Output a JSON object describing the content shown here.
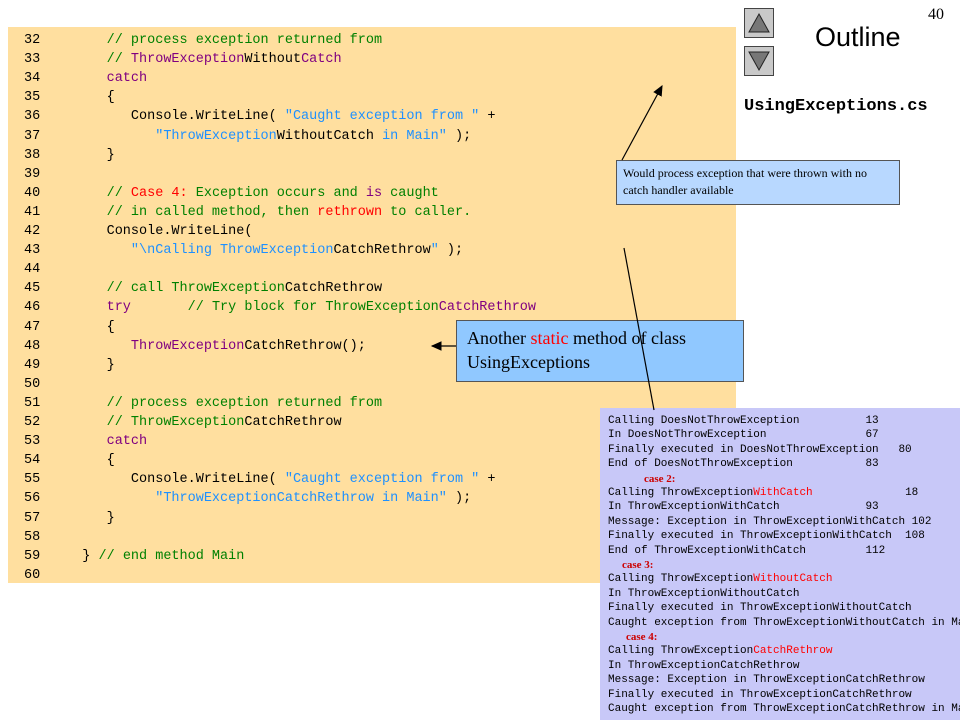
{
  "page": {
    "number": "40",
    "outline_title": "Outline",
    "file_name": "UsingExceptions.cs",
    "nav": {
      "up_icon": "triangle-up-icon",
      "down_icon": "triangle-down-icon"
    }
  },
  "code_lines": [
    {
      "num": "32",
      "segs": [
        {
          "t": "      "
        },
        {
          "t": "// process exception returned from",
          "c": "comment"
        }
      ]
    },
    {
      "num": "33",
      "segs": [
        {
          "t": "      "
        },
        {
          "t": "// ",
          "c": "comment"
        },
        {
          "t": "ThrowException",
          "c": "kw"
        },
        {
          "t": "Without"
        },
        {
          "t": "Catch",
          "c": "kw"
        }
      ]
    },
    {
      "num": "34",
      "segs": [
        {
          "t": "      "
        },
        {
          "t": "catch",
          "c": "kw"
        }
      ]
    },
    {
      "num": "35",
      "segs": [
        {
          "t": "      {"
        }
      ]
    },
    {
      "num": "36",
      "segs": [
        {
          "t": "         Console.WriteLine( "
        },
        {
          "t": "\"Caught exception from \"",
          "c": "str"
        },
        {
          "t": " +"
        }
      ]
    },
    {
      "num": "37",
      "segs": [
        {
          "t": "            "
        },
        {
          "t": "\"ThrowException",
          "c": "str"
        },
        {
          "t": "WithoutCatch"
        },
        {
          "t": " in Main\"",
          "c": "str"
        },
        {
          "t": " );"
        }
      ]
    },
    {
      "num": "38",
      "segs": [
        {
          "t": "      }"
        }
      ]
    },
    {
      "num": "39",
      "segs": [
        {
          "t": ""
        }
      ]
    },
    {
      "num": "40",
      "segs": [
        {
          "t": "      "
        },
        {
          "t": "// ",
          "c": "comment"
        },
        {
          "t": "Case 4:",
          "c": "red"
        },
        {
          "t": " Exception occurs and ",
          "c": "comment"
        },
        {
          "t": "is",
          "c": "kw"
        },
        {
          "t": " caught",
          "c": "comment"
        }
      ]
    },
    {
      "num": "41",
      "segs": [
        {
          "t": "      "
        },
        {
          "t": "// in called method, then ",
          "c": "comment"
        },
        {
          "t": "rethrown",
          "c": "red"
        },
        {
          "t": " to caller.",
          "c": "comment"
        }
      ]
    },
    {
      "num": "42",
      "segs": [
        {
          "t": "      Console.WriteLine("
        }
      ]
    },
    {
      "num": "43",
      "segs": [
        {
          "t": "         "
        },
        {
          "t": "\"\\nCalling ThrowException",
          "c": "str"
        },
        {
          "t": "CatchRethrow"
        },
        {
          "t": "\"",
          "c": "str"
        },
        {
          "t": " );"
        }
      ]
    },
    {
      "num": "44",
      "segs": [
        {
          "t": ""
        }
      ]
    },
    {
      "num": "45",
      "segs": [
        {
          "t": "      "
        },
        {
          "t": "// call ThrowException",
          "c": "comment"
        },
        {
          "t": "CatchRethrow"
        }
      ]
    },
    {
      "num": "46",
      "segs": [
        {
          "t": "      "
        },
        {
          "t": "try",
          "c": "kw"
        },
        {
          "t": "       "
        },
        {
          "t": "// Try block for ThrowException",
          "c": "comment"
        },
        {
          "t": "CatchRethrow",
          "c": "kw"
        }
      ]
    },
    {
      "num": "47",
      "segs": [
        {
          "t": "      {"
        }
      ]
    },
    {
      "num": "48",
      "segs": [
        {
          "t": "         "
        },
        {
          "t": "ThrowException",
          "c": "kw"
        },
        {
          "t": "CatchRethrow();"
        }
      ]
    },
    {
      "num": "49",
      "segs": [
        {
          "t": "      }"
        }
      ]
    },
    {
      "num": "50",
      "segs": [
        {
          "t": ""
        }
      ]
    },
    {
      "num": "51",
      "segs": [
        {
          "t": "      "
        },
        {
          "t": "// process exception returned from",
          "c": "comment"
        }
      ]
    },
    {
      "num": "52",
      "segs": [
        {
          "t": "      "
        },
        {
          "t": "// ThrowException",
          "c": "comment"
        },
        {
          "t": "CatchRethrow"
        }
      ]
    },
    {
      "num": "53",
      "segs": [
        {
          "t": "      "
        },
        {
          "t": "catch",
          "c": "kw"
        }
      ]
    },
    {
      "num": "54",
      "segs": [
        {
          "t": "      {"
        }
      ]
    },
    {
      "num": "55",
      "segs": [
        {
          "t": "         Console.WriteLine( "
        },
        {
          "t": "\"Caught exception from \"",
          "c": "str"
        },
        {
          "t": " +"
        }
      ]
    },
    {
      "num": "56",
      "segs": [
        {
          "t": "            "
        },
        {
          "t": "\"ThrowExceptionCatchRethrow in Main\"",
          "c": "str"
        },
        {
          "t": " );"
        }
      ]
    },
    {
      "num": "57",
      "segs": [
        {
          "t": "      }"
        }
      ]
    },
    {
      "num": "58",
      "segs": [
        {
          "t": ""
        }
      ]
    },
    {
      "num": "59",
      "segs": [
        {
          "t": "   } "
        },
        {
          "t": "// end method Main",
          "c": "comment"
        }
      ]
    },
    {
      "num": "60",
      "segs": [
        {
          "t": ""
        }
      ]
    }
  ],
  "callouts": {
    "catch_note": "Would process exception that were thrown with no catch handler available",
    "static_note": [
      {
        "t": "Another "
      },
      {
        "t": "static",
        "c": "red"
      },
      {
        "t": " method of class UsingExceptions"
      }
    ]
  },
  "output_lines": [
    {
      "segs": [
        {
          "t": "Calling DoesNotThrowException          13"
        }
      ]
    },
    {
      "segs": [
        {
          "t": "In DoesNotThrowException               67"
        }
      ]
    },
    {
      "segs": [
        {
          "t": "Finally executed in DoesNotThrowException   80"
        }
      ]
    },
    {
      "segs": [
        {
          "t": "End of DoesNotThrowException           83"
        }
      ]
    },
    {
      "case": "case 2:",
      "indent": 36
    },
    {
      "segs": [
        {
          "t": "Calling ThrowException"
        },
        {
          "t": "WithCatch",
          "c": "red"
        },
        {
          "t": "              18"
        }
      ]
    },
    {
      "segs": [
        {
          "t": "In ThrowExceptionWithCatch             93"
        }
      ]
    },
    {
      "segs": [
        {
          "t": "Message: Exception in ThrowExceptionWithCatch 102"
        }
      ]
    },
    {
      "segs": [
        {
          "t": "Finally executed in ThrowExceptionWithCatch  108"
        }
      ]
    },
    {
      "segs": [
        {
          "t": "End of ThrowExceptionWithCatch         112"
        }
      ]
    },
    {
      "case": "case 3:",
      "indent": 14
    },
    {
      "segs": [
        {
          "t": "Calling ThrowException"
        },
        {
          "t": "WithoutCatch",
          "c": "red"
        }
      ]
    },
    {
      "segs": [
        {
          "t": "In ThrowExceptionWithoutCatch"
        }
      ]
    },
    {
      "segs": [
        {
          "t": "Finally executed in ThrowExceptionWithoutCatch"
        }
      ]
    },
    {
      "segs": [
        {
          "t": "Caught exception from ThrowExceptionWithoutCatch in Main"
        }
      ]
    },
    {
      "case": "case 4:",
      "indent": 18
    },
    {
      "segs": [
        {
          "t": "Calling ThrowException"
        },
        {
          "t": "CatchRethrow",
          "c": "red"
        }
      ]
    },
    {
      "segs": [
        {
          "t": "In ThrowExceptionCatchRethrow"
        }
      ]
    },
    {
      "segs": [
        {
          "t": "Message: Exception in ThrowExceptionCatchRethrow"
        }
      ]
    },
    {
      "segs": [
        {
          "t": "Finally executed in ThrowExceptionCatchRethrow"
        }
      ]
    },
    {
      "segs": [
        {
          "t": "Caught exception from ThrowExceptionCatchRethrow in Main"
        }
      ]
    }
  ],
  "colors": {
    "code_bg": "#ffdf9f",
    "comment": "#008000",
    "keyword": "#800080",
    "string": "#1e90ff",
    "highlight_red": "#ff0000",
    "output_bg": "#c8c8f8",
    "callout_bg": "#90c8ff"
  }
}
